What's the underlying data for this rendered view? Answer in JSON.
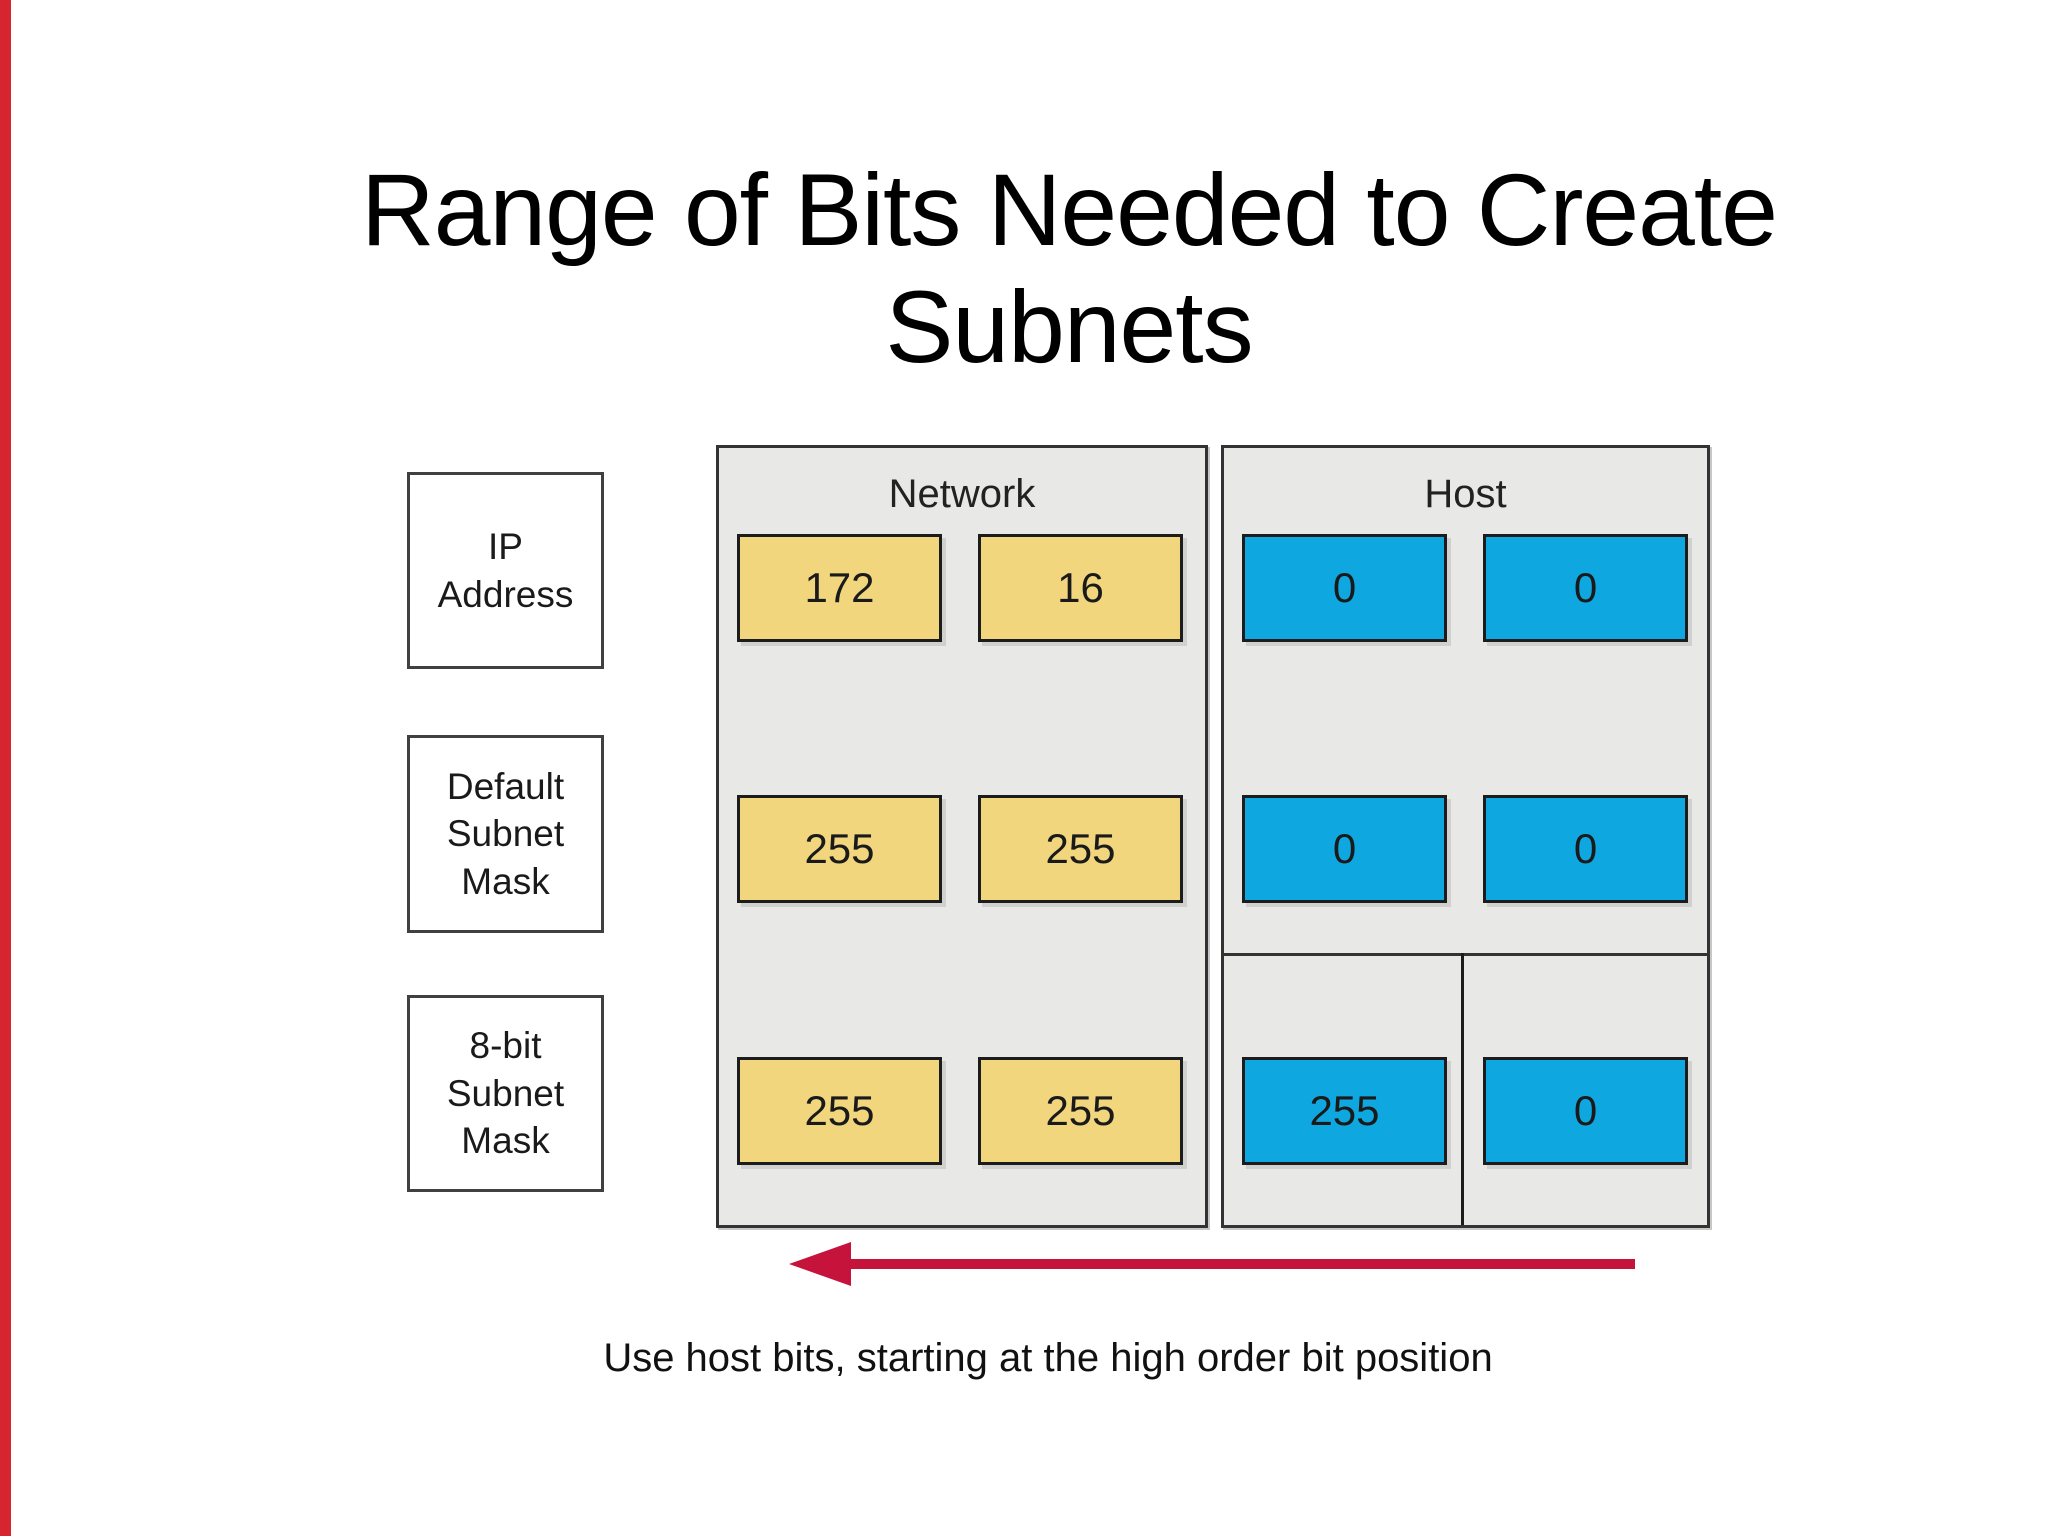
{
  "title": {
    "text": "Range of Bits Needed to Create\nSubnets"
  },
  "row_labels": [
    {
      "label": "IP\nAddress"
    },
    {
      "label": "Default\nSubnet\nMask"
    },
    {
      "label": "8-bit\nSubnet\nMask"
    }
  ],
  "network": {
    "header": "Network",
    "rows": [
      [
        "172",
        "16"
      ],
      [
        "255",
        "255"
      ],
      [
        "255",
        "255"
      ]
    ]
  },
  "host": {
    "header": "Host",
    "rows": [
      [
        "0",
        "0"
      ],
      [
        "0",
        "0"
      ],
      [
        "255",
        "0"
      ]
    ]
  },
  "arrow": {
    "direction": "left"
  },
  "caption": {
    "text": "Use host bits, starting at the high order bit position"
  },
  "colors": {
    "network_octet": "#f1d67e",
    "host_octet": "#0fa7df",
    "panel_bg": "#e8e8e6",
    "panel_border": "#333333",
    "box_border": "#1c1c1c",
    "arrow_red": "#c6133b",
    "edge_stripe": "#d6252e",
    "text": "#1a1a1a"
  }
}
